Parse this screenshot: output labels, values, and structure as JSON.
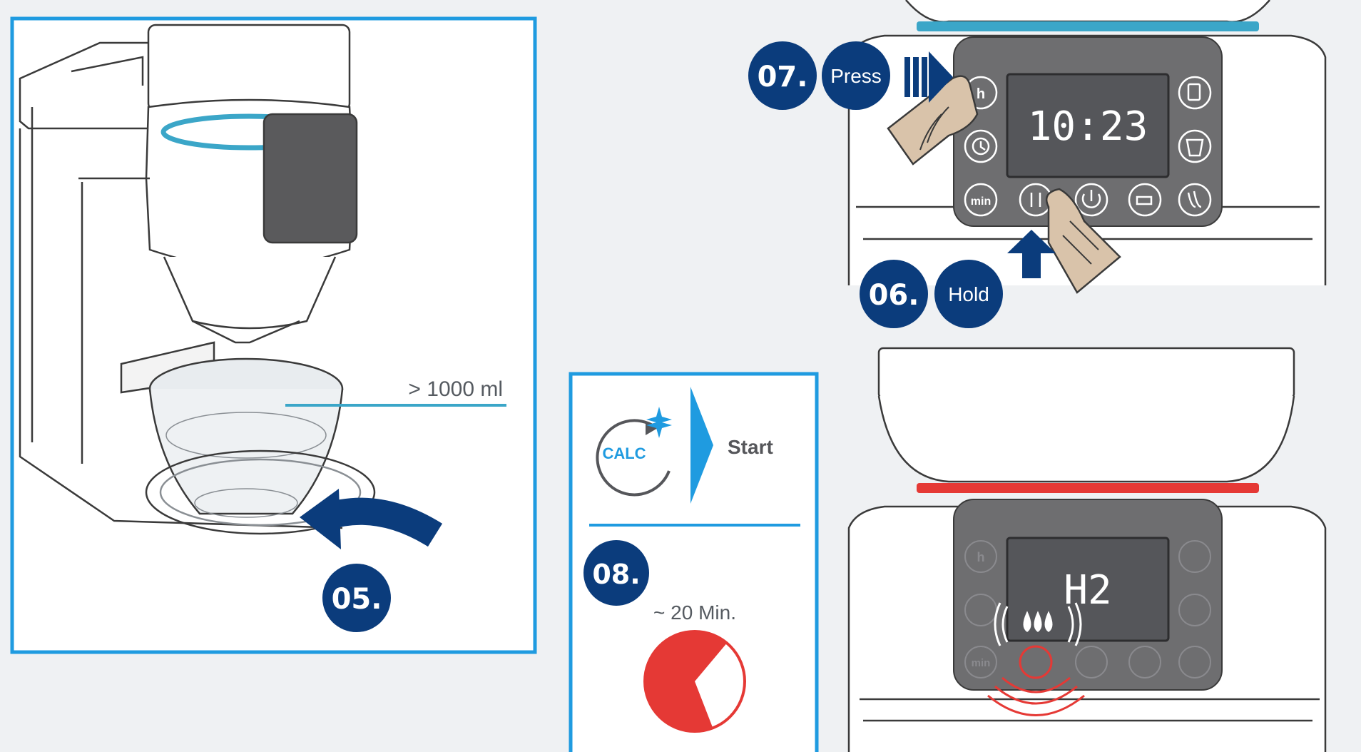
{
  "colors": {
    "navy": "#0b3c7c",
    "frame_blue": "#1f9be0",
    "accent_teal": "#3ba6c8",
    "alert_red": "#e53935",
    "panel_gray": "#6e6e70",
    "background": "#eff1f3"
  },
  "steps": {
    "s05": {
      "number": "05."
    },
    "s06": {
      "number": "06.",
      "action": "Hold"
    },
    "s07": {
      "number": "07.",
      "action": "Press"
    },
    "s08": {
      "number": "08.",
      "duration": "~ 20 Min.",
      "start_label": "Start",
      "calc_label": "CALC"
    }
  },
  "fill_label": "> 1000 ml",
  "panel_top": {
    "display_time": "10:23",
    "buttons": {
      "hours": "h",
      "minutes": "min"
    }
  },
  "panel_bottom": {
    "display_code": "H2",
    "buttons": {
      "hours": "h",
      "minutes": "min"
    }
  },
  "progress_pie": {
    "filled_fraction": 0.67
  }
}
